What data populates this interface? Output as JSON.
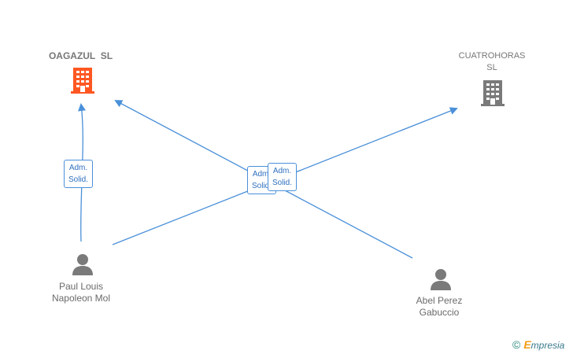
{
  "companies": [
    {
      "name": "OAGAZUL  SL",
      "color": "#ff5722",
      "style": "bold"
    },
    {
      "name": "CUATROHORAS\nSL",
      "color": "#777777",
      "style": "plain"
    }
  ],
  "persons": [
    {
      "name": "Paul Louis\nNapoleon Mol"
    },
    {
      "name": "Abel Perez\nGabuccio"
    }
  ],
  "relations": [
    {
      "label": "Adm.\nSolid."
    },
    {
      "label": "Adm.\nSolid."
    },
    {
      "label": "Adm.\nSolid."
    }
  ],
  "colors": {
    "edge": "#4a90d9",
    "person": "#7a7a7a"
  },
  "icons": {
    "company": "building-icon",
    "person": "person-icon",
    "brand": "copyright-icon"
  },
  "brand": {
    "copyright": "©",
    "initial": "E",
    "rest": "mpresia"
  }
}
